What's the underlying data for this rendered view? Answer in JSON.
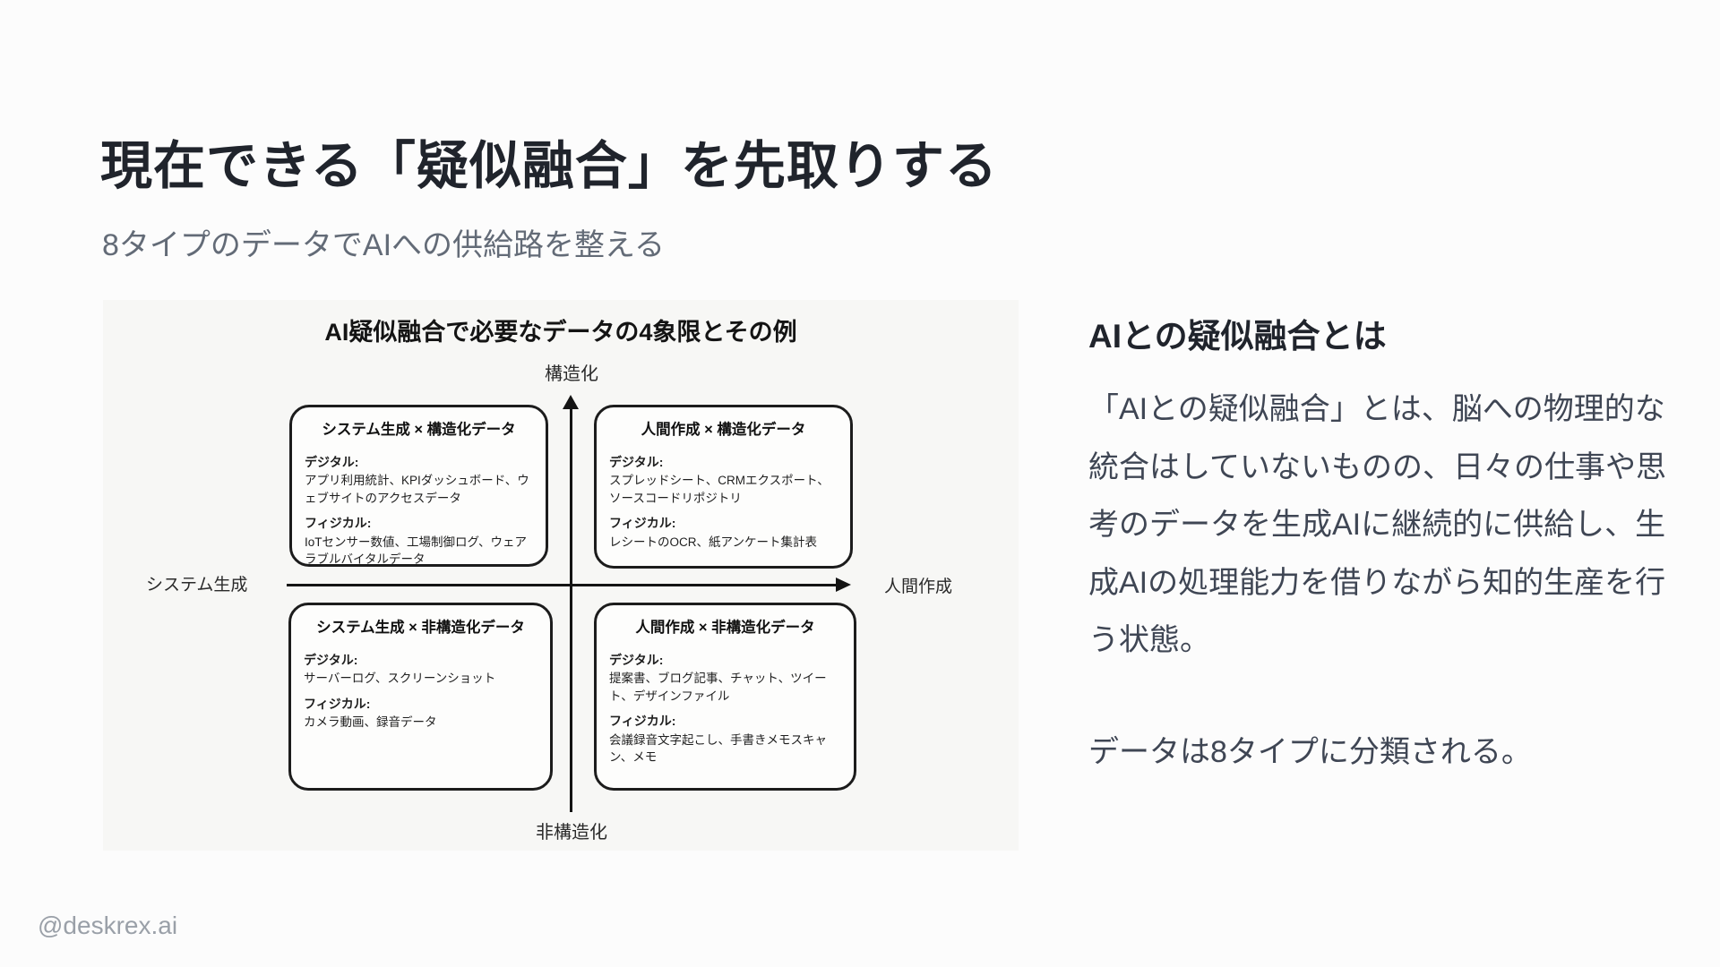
{
  "slide": {
    "title": "現在できる「疑似融合」を先取りする",
    "subtitle": "8タイプのデータでAIへの供給路を整える",
    "footer": "@deskrex.ai"
  },
  "diagram": {
    "title": "AI疑似融合で必要なデータの4象限とその例",
    "axes": {
      "top": "構造化",
      "bottom": "非構造化",
      "left": "システム生成",
      "right": "人間作成"
    },
    "quadrants": [
      {
        "position": "top-left",
        "title": "システム生成 × 構造化データ",
        "digital_label": "デジタル:",
        "digital_items": "アプリ利用統計、KPIダッシュボード、ウェブサイトのアクセスデータ",
        "physical_label": "フィジカル:",
        "physical_items": "IoTセンサー数値、工場制御ログ、ウェアラブルバイタルデータ"
      },
      {
        "position": "top-right",
        "title": "人間作成 × 構造化データ",
        "digital_label": "デジタル:",
        "digital_items": "スプレッドシート、CRMエクスポート、ソースコードリポジトリ",
        "physical_label": "フィジカル:",
        "physical_items": "レシートのOCR、紙アンケート集計表"
      },
      {
        "position": "bottom-left",
        "title": "システム生成 × 非構造化データ",
        "digital_label": "デジタル:",
        "digital_items": "サーバーログ、スクリーンショット",
        "physical_label": "フィジカル:",
        "physical_items": "カメラ動画、録音データ"
      },
      {
        "position": "bottom-right",
        "title": "人間作成 × 非構造化データ",
        "digital_label": "デジタル:",
        "digital_items": "提案書、ブログ記事、チャット、ツイート、デザインファイル",
        "physical_label": "フィジカル:",
        "physical_items": "会議録音文字起こし、手書きメモスキャン、メモ"
      }
    ]
  },
  "explainer": {
    "heading": "AIとの疑似融合とは",
    "paragraph": "「AIとの疑似融合」とは、脳への物理的な統合はしていないものの、日々の仕事や思考のデータを生成AIに継続的に供給し、生成AIの処理能力を借りながら知的生産を行う状態。",
    "note": "データは8タイプに分類される。"
  },
  "colors": {
    "background": "#fcfcfc",
    "diagram_background": "#f7f7f5",
    "title_text": "#20242c",
    "subtitle_text": "#636b77",
    "body_text": "#3f4654",
    "diagram_ink": "#141414",
    "footer_text": "#9aa0a8"
  }
}
